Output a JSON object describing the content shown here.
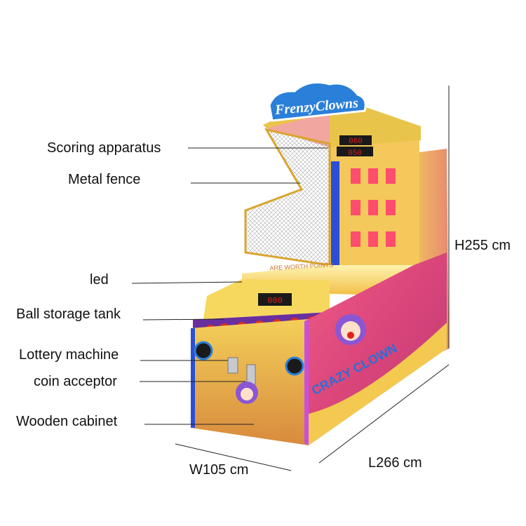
{
  "labels": {
    "scoring_apparatus": "Scoring apparatus",
    "metal_fence": "Metal fence",
    "led": "led",
    "ball_storage_tank": "Ball storage tank",
    "lottery_machine": "Lottery machine",
    "coin_acceptor": "coin acceptor",
    "wooden_cabinet": "Wooden cabinet"
  },
  "dimensions": {
    "height": "H255 cm",
    "width": "W105 cm",
    "length": "L266 cm"
  },
  "machine": {
    "sign_text": "FrenzyClowns",
    "score_top": "060",
    "score_bottom": "050",
    "panel_score": "000",
    "panel_text": "ARE WORTH POINTS",
    "cabinet_brand": "CRAZY CLOWN"
  },
  "colors": {
    "cabinet_pink": "#d9457a",
    "cabinet_yellow": "#e9c84a",
    "frame_gold": "#d9a52e",
    "led_blue": "#2a4fd6",
    "sign_blue": "#2a7fd9",
    "score_red": "#e0201b"
  },
  "icons": {
    "product": "basketball-arcade-machine"
  }
}
